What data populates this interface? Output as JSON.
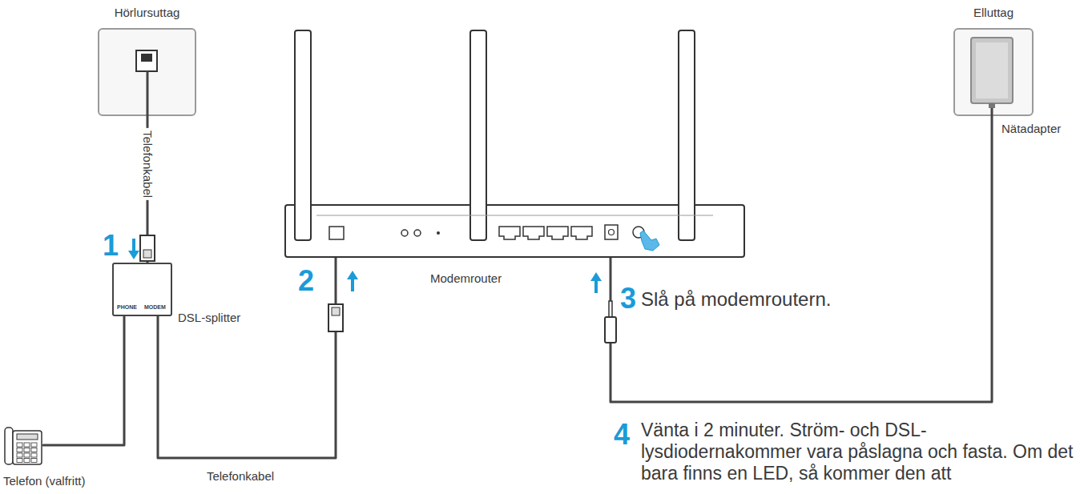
{
  "diagram": {
    "nodes": [
      {
        "text": [
          "Hörlursuttag"
        ]
      },
      {
        "text": [
          "DSL-splitter"
        ]
      },
      {
        "text": [
          "Telefon (valfritt)"
        ]
      },
      {
        "text": [
          "Modemrouter"
        ]
      },
      {
        "text": [
          "Elluttag"
        ]
      }
    ],
    "edges": [
      {
        "from": 0,
        "to": 1,
        "arrow": "none",
        "label": "Telefonkabel"
      },
      {
        "from": 1,
        "to": 3,
        "arrow": "none",
        "label": "Telefonkabel"
      },
      {
        "from": 1,
        "to": 2,
        "arrow": "none"
      },
      {
        "from": 4,
        "to": 3,
        "arrow": "none"
      }
    ],
    "labels": [
      "1",
      "2",
      "3",
      "Slå på modemroutern.",
      "4",
      "Vänta i 2 minuter. Ström- och DSL-lysdiodernakommer vara påslagna och fasta. Om det bara finns en LED, så kommer den att",
      "Nätadapter",
      "PHONE",
      "MODEM"
    ]
  }
}
